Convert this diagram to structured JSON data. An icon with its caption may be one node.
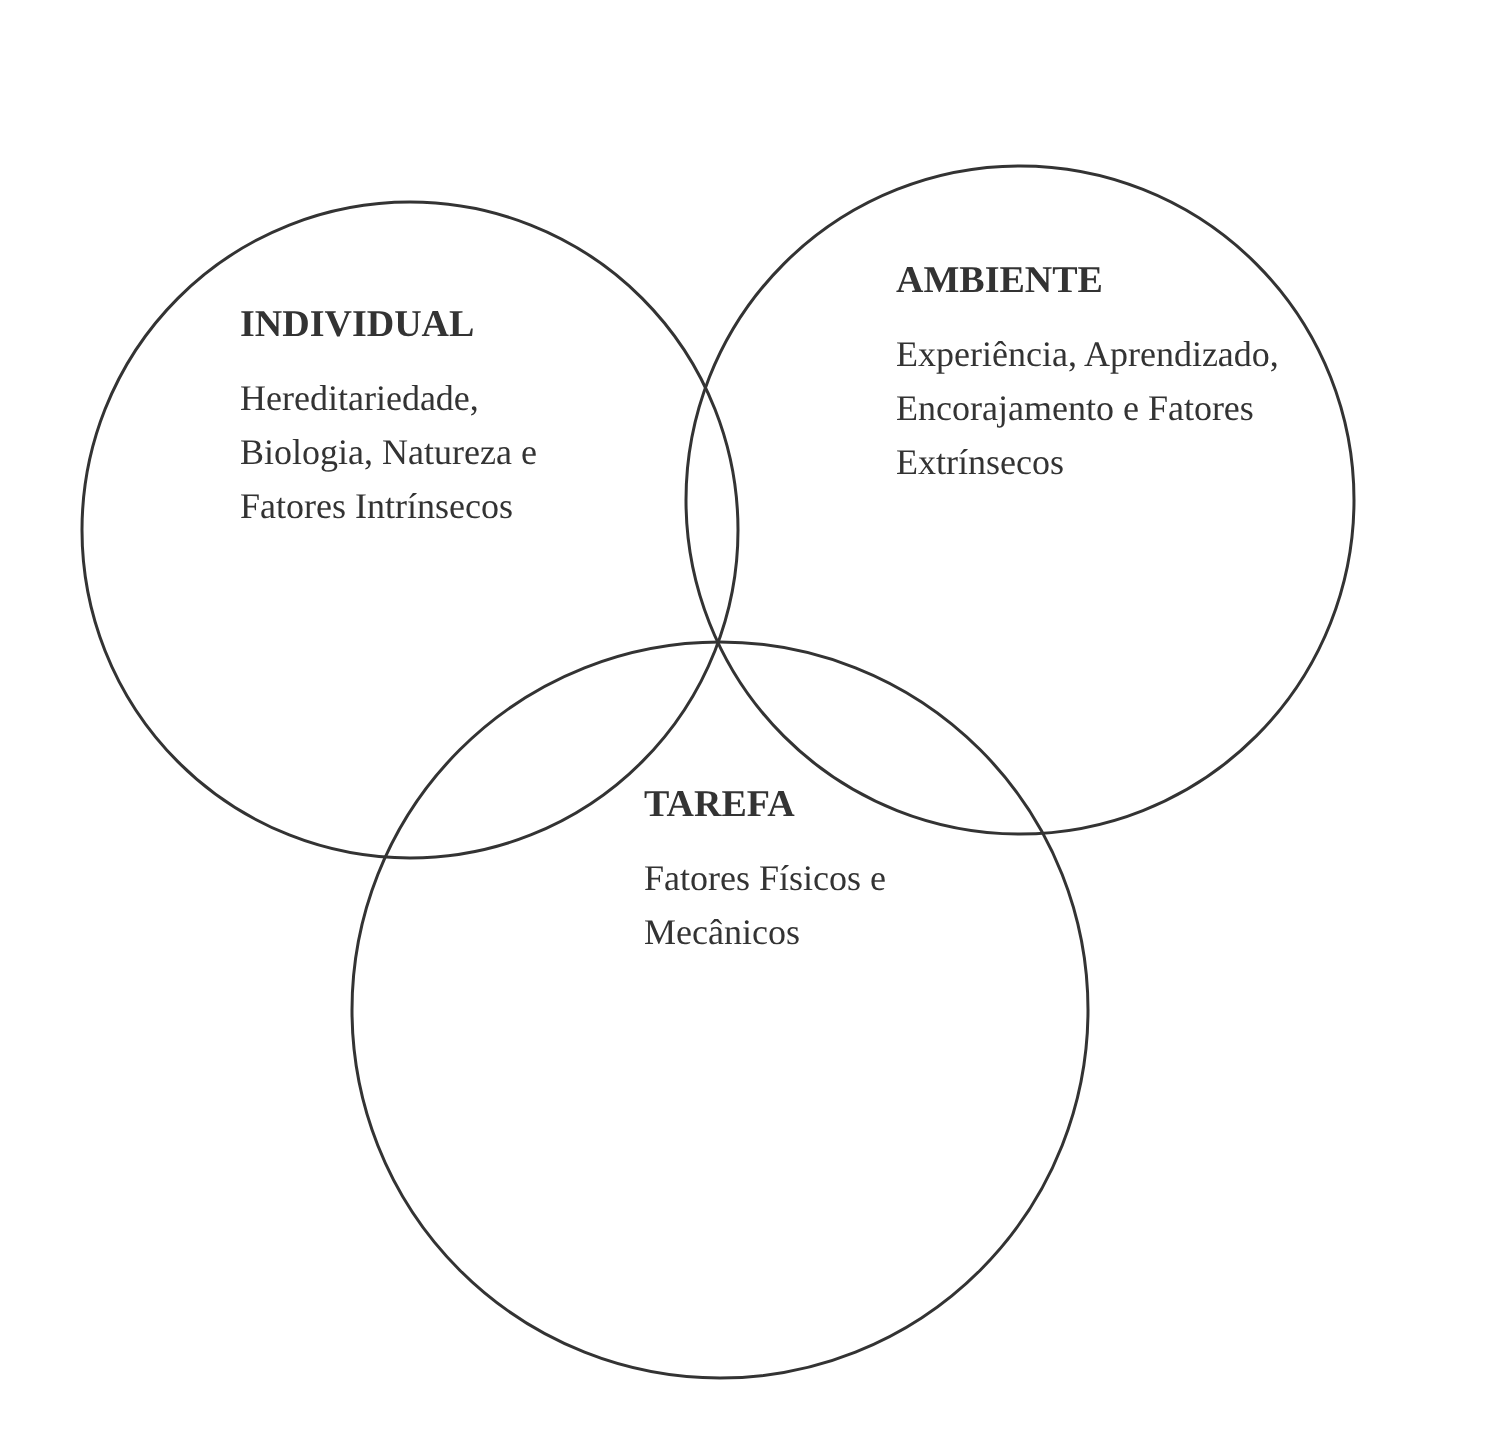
{
  "diagram": {
    "nodes": [
      {
        "text": [
          "INDIVIDUAL",
          "Hereditariedade, Biologia, Natureza e Fatores Intrínsecos"
        ]
      },
      {
        "text": [
          "AMBIENTE",
          "Experiência, Aprendizado, Encorajamento e Fatores Extrínsecos"
        ]
      },
      {
        "text": [
          "TAREFA",
          "Fatores Físicos e Mecânicos"
        ]
      }
    ],
    "edges": []
  }
}
